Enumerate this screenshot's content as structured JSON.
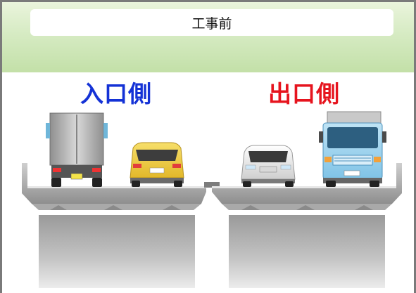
{
  "title": "工事前",
  "labels": {
    "entrance_side": "入口側",
    "exit_side": "出口側"
  },
  "colors": {
    "entrance": "#1432d6",
    "exit": "#e6141e",
    "band": "#c3e0a8"
  },
  "vehicles": [
    {
      "name": "truck-rear",
      "side": "entrance"
    },
    {
      "name": "car-rear-yellow",
      "side": "entrance"
    },
    {
      "name": "car-front-white",
      "side": "exit"
    },
    {
      "name": "truck-front-blue",
      "side": "exit"
    }
  ]
}
